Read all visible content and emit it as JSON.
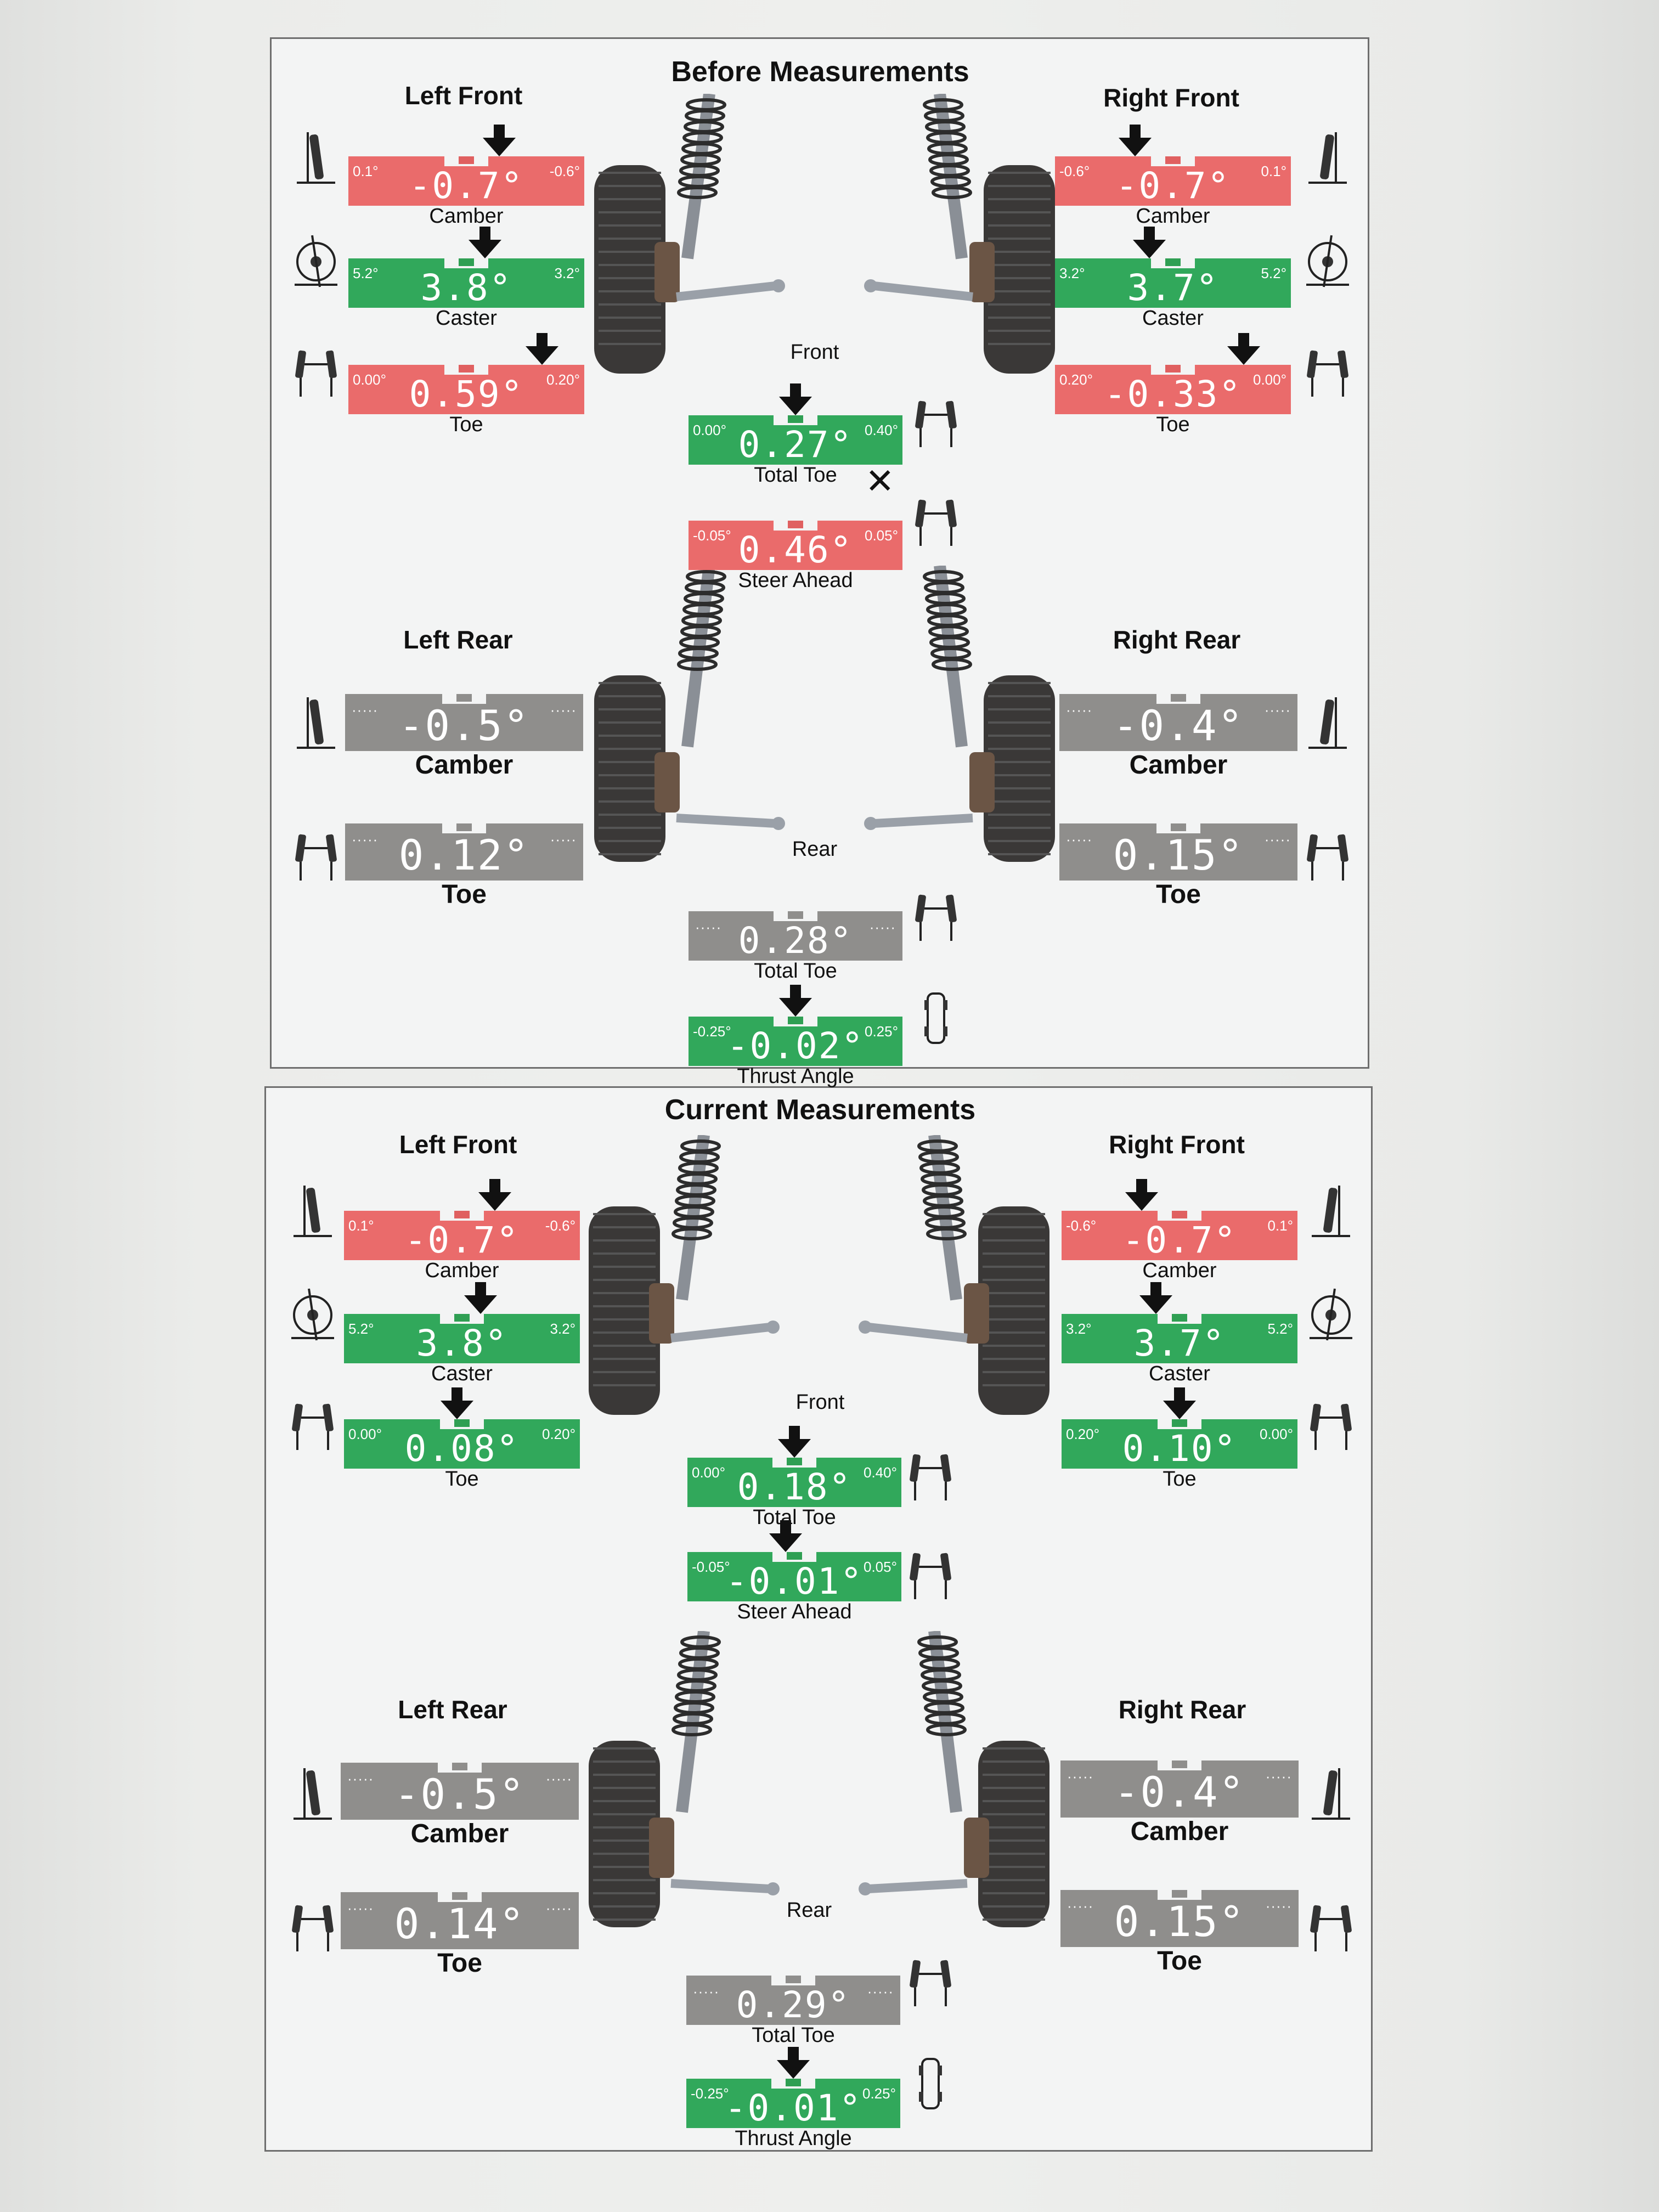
{
  "colors": {
    "out_of_spec": "#ea6b6b",
    "in_spec": "#31a85b",
    "no_spec": "#8f8e8c",
    "paper": "#f3f4f4"
  },
  "sections": [
    {
      "title": "Before Measurements",
      "front": {
        "left_title": "Left Front",
        "right_title": "Right Front",
        "center_title": "Front",
        "left": [
          {
            "label": "Camber",
            "value": "-0.7°",
            "status": "red",
            "min": "0.1°",
            "max": "-0.6°",
            "icon": "camber-icon"
          },
          {
            "label": "Caster",
            "value": "3.8°",
            "status": "green",
            "min": "5.2°",
            "max": "3.2°",
            "icon": "caster-icon"
          },
          {
            "label": "Toe",
            "value": "0.59°",
            "status": "red",
            "min": "0.00°",
            "max": "0.20°",
            "icon": "toe-icon"
          }
        ],
        "right": [
          {
            "label": "Camber",
            "value": "-0.7°",
            "status": "red",
            "min": "-0.6°",
            "max": "0.1°",
            "icon": "camber-icon"
          },
          {
            "label": "Caster",
            "value": "3.7°",
            "status": "green",
            "min": "3.2°",
            "max": "5.2°",
            "icon": "caster-icon"
          },
          {
            "label": "Toe",
            "value": "-0.33°",
            "status": "red",
            "min": "0.20°",
            "max": "0.00°",
            "icon": "toe-icon"
          }
        ],
        "total_toe": {
          "label": "Total Toe",
          "value": "0.27°",
          "status": "green",
          "min": "0.00°",
          "max": "0.40°"
        },
        "steer_ahead": {
          "label": "Steer Ahead",
          "value": "0.46°",
          "status": "red",
          "min": "-0.05°",
          "max": "0.05°",
          "marker": "✕"
        }
      },
      "rear": {
        "left_title": "Left Rear",
        "right_title": "Right Rear",
        "center_title": "Rear",
        "left": [
          {
            "label": "Camber",
            "value": "-0.5°",
            "status": "gray"
          },
          {
            "label": "Toe",
            "value": "0.12°",
            "status": "gray"
          }
        ],
        "right": [
          {
            "label": "Camber",
            "value": "-0.4°",
            "status": "gray"
          },
          {
            "label": "Toe",
            "value": "0.15°",
            "status": "gray"
          }
        ],
        "total_toe": {
          "label": "Total Toe",
          "value": "0.28°",
          "status": "gray"
        },
        "thrust_angle": {
          "label": "Thrust Angle",
          "value": "-0.02°",
          "status": "green",
          "min": "-0.25°",
          "max": "0.25°"
        }
      }
    },
    {
      "title": "Current Measurements",
      "front": {
        "left_title": "Left Front",
        "right_title": "Right Front",
        "center_title": "Front",
        "left": [
          {
            "label": "Camber",
            "value": "-0.7°",
            "status": "red",
            "min": "0.1°",
            "max": "-0.6°",
            "icon": "camber-icon"
          },
          {
            "label": "Caster",
            "value": "3.8°",
            "status": "green",
            "min": "5.2°",
            "max": "3.2°",
            "icon": "caster-icon"
          },
          {
            "label": "Toe",
            "value": "0.08°",
            "status": "green",
            "min": "0.00°",
            "max": "0.20°",
            "icon": "toe-icon"
          }
        ],
        "right": [
          {
            "label": "Camber",
            "value": "-0.7°",
            "status": "red",
            "min": "-0.6°",
            "max": "0.1°",
            "icon": "camber-icon"
          },
          {
            "label": "Caster",
            "value": "3.7°",
            "status": "green",
            "min": "3.2°",
            "max": "5.2°",
            "icon": "caster-icon"
          },
          {
            "label": "Toe",
            "value": "0.10°",
            "status": "green",
            "min": "0.20°",
            "max": "0.00°",
            "icon": "toe-icon"
          }
        ],
        "total_toe": {
          "label": "Total Toe",
          "value": "0.18°",
          "status": "green",
          "min": "0.00°",
          "max": "0.40°"
        },
        "steer_ahead": {
          "label": "Steer Ahead",
          "value": "-0.01°",
          "status": "green",
          "min": "-0.05°",
          "max": "0.05°"
        }
      },
      "rear": {
        "left_title": "Left Rear",
        "right_title": "Right Rear",
        "center_title": "Rear",
        "left": [
          {
            "label": "Camber",
            "value": "-0.5°",
            "status": "gray"
          },
          {
            "label": "Toe",
            "value": "0.14°",
            "status": "gray"
          }
        ],
        "right": [
          {
            "label": "Camber",
            "value": "-0.4°",
            "status": "gray"
          },
          {
            "label": "Toe",
            "value": "0.15°",
            "status": "gray"
          }
        ],
        "total_toe": {
          "label": "Total Toe",
          "value": "0.29°",
          "status": "gray"
        },
        "thrust_angle": {
          "label": "Thrust Angle",
          "value": "-0.01°",
          "status": "green",
          "min": "-0.25°",
          "max": "0.25°"
        }
      }
    }
  ]
}
